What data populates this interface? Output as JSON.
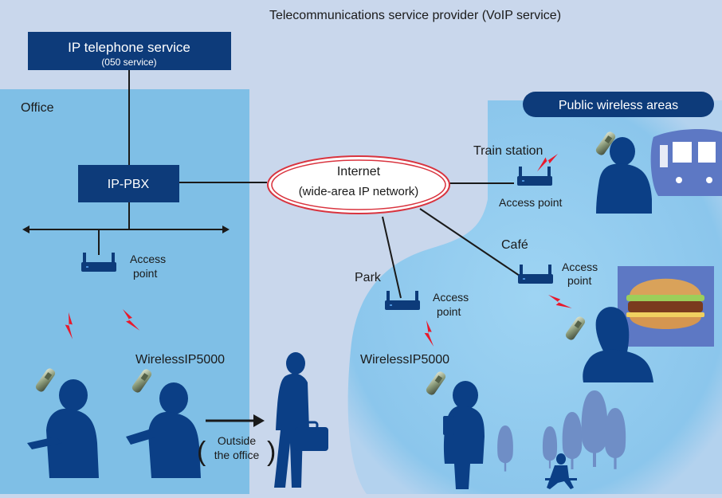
{
  "header": {
    "title": "Telecommunications service provider (VoIP service)"
  },
  "ip_service": {
    "title": "IP telephone service",
    "subtitle": "(050 service)"
  },
  "office": {
    "label": "Office"
  },
  "pbx": {
    "label": "IP-PBX"
  },
  "internet": {
    "line1": "Internet",
    "line2": "(wide-area IP network)"
  },
  "public": {
    "label": "Public wireless areas"
  },
  "locations": {
    "train": "Train station",
    "cafe": "Café",
    "park": "Park"
  },
  "access_point": {
    "line1": "Access",
    "line2": "point",
    "single": "Access point"
  },
  "device": {
    "name": "WirelessIP5000"
  },
  "outside": {
    "line1": "Outside",
    "line2": "the office"
  },
  "colors": {
    "background": "#c9d7ec",
    "office_fill": "#7fbfe6",
    "public_fill": "#8ec9ee",
    "navy": "#0d3b7a",
    "silhouette": "#0b3f86",
    "bolt": "#e8192c",
    "cloud_stroke": "#d9343f",
    "tree": "#6f8ec6"
  },
  "icons": [
    "access-point-icon",
    "lightning-icon",
    "phone-icon",
    "person-icon",
    "train-icon",
    "burger-icon",
    "tree-icon",
    "arrow-right-icon"
  ]
}
